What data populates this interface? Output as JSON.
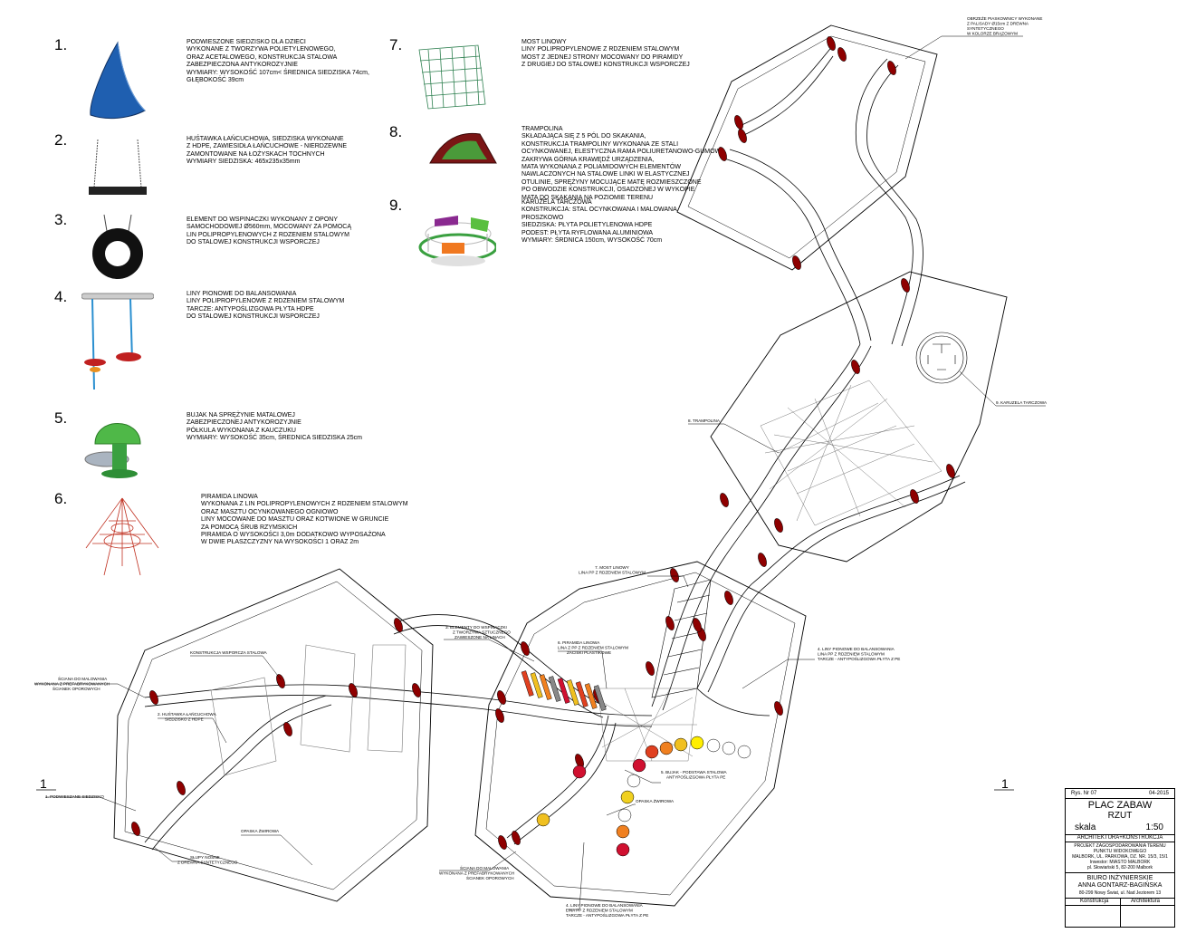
{
  "legend": [
    {
      "num": "1.",
      "lines": [
        "PODWIESZONE SIEDZISKO DLA DZIECI",
        "WYKONANE Z TWORZYWA POLIETYLENOWEGO,",
        "ORAZ ACETALOWEGO, KONSTRUKCJA STALOWA",
        "ZABEZPIECZONA ANTYKOROZYJNIE",
        "WYMIARY: WYSOKOŚĆ 107cm< ŚREDNICA SIEDZISKA 74cm,",
        "GŁĘBOKOŚĆ 39cm"
      ]
    },
    {
      "num": "2.",
      "lines": [
        "HUŚTAWKA ŁAŃCUCHOWA, SIEDZISKA WYKONANE",
        "Z HDPE, ZAWIESIDŁA ŁAŃCUCHOWE - NIERDZEWNE",
        "ZAMONTOWANE NA ŁOŻYSKACH TOCHNYCH",
        "WYMIARY SIEDZISKA: 465x235x35mm"
      ]
    },
    {
      "num": "3.",
      "lines": [
        "ELEMENT DO WSPINACZKI WYKONANY Z OPONY",
        "SAMOCHODOWEJ Ø560mm, MOCOWANY ZA POMOCĄ",
        "LIN POLIPROPYLENOWYCH Z RDZENIEM STALOWYM",
        "DO STALOWEJ KONSTRUKCJI WSPORCZEJ"
      ]
    },
    {
      "num": "4.",
      "lines": [
        "LINY PIONOWE DO BALANSOWANIA",
        "LINY POLIPROPYLENOWE Z RDZENIEM STALOWYM",
        "TARCZE: ANTYPOŚLIZGOWA PŁYTA HDPE",
        "DO STALOWEJ KONSTRUKCJI WSPORCZEJ"
      ]
    },
    {
      "num": "5.",
      "lines": [
        "BUJAK NA SPRĘŻYNIE MATALOWEJ",
        "ZABEZPIECZONEJ ANTYKOROZYJNIE",
        "PÓŁKULA WYKONANA Z KAUCZUKU",
        "WYMIARY: WYSOKOŚĆ 35cm, ŚREDNICA SIEDZISKA 25cm"
      ]
    },
    {
      "num": "6.",
      "lines": [
        "PIRAMIDA LINOWA",
        "WYKONANA Z LIN POLIPROPYLENOWYCH Z RDZENIEM STALOWYM",
        "ORAZ MASZTU OCYNKOWANEGO OGNIOWO",
        "LINY MOCOWANE DO MASZTU ORAZ KOTWIONE W GRUNCIE",
        "ZA POMOCĄ ŚRUB RZYMSKICH",
        "PIRAMIDA O WYSOKOŚCI 3,0m DODATKOWO WYPOSAŻONA",
        "W DWIE PŁASZCZYZNY NA WYSOKOŚCI 1 ORAZ 2m"
      ]
    },
    {
      "num": "7.",
      "lines": [
        "MOST LINOWY",
        "LINY POLIPROPYLENOWE Z RDZENIEM STALOWYM",
        "MOST Z JEDNEJ STRONY MOCOWANY DO PIRAMIDY",
        "Z DRUGIEJ DO STALOWEJ KONSTRUKCJI WSPORCZEJ"
      ]
    },
    {
      "num": "8.",
      "lines": [
        "TRAMPOLINA",
        "SKŁADAJĄCA SIĘ Z 5 PÓL DO SKAKANIA,",
        "KONSTRUKCJA TRAMPOLINY WYKONANA ZE STALI",
        "OCYNKOWANEJ, ELESTYCZNA RAMA POLIURETANOWO-GUMOWA",
        "ZAKRYWA GÓRNA KRAWĘDŹ URZĄDZENIA,",
        "MATA WYKONANA Z POLIAMIDOWYCH ELEMENTÓW",
        "NAWLACZONYCH NA STALOWE LINKI W ELASTYCZNEJ",
        "OTULINIE, SPRĘŻYNY MOCUJĄCE MATĘ ROZMIESZCZONE",
        "PO OBWODZIE KONSTRUKCJI, OSADZONEJ W WYKOPIE",
        "MATA DO SKAKANIA NA POZIOMIE TERENU"
      ]
    },
    {
      "num": "9.",
      "lines": [
        "KARUZELA TARCZOWA",
        "KONSTRUKCJA: STAL OCYNKOWANA I MALOWANA",
        "PROSZKOWO",
        "SIEDZISKA: PŁYTA POLIETYLENOWA HDPE",
        "PODEST: PŁYTA RYFLOWANA ALUMINIOWA",
        "WYMIARY: ŚRDNICA 150cm, WYSOKOŚĆ 70cm"
      ]
    }
  ],
  "annotations": {
    "a_top": [
      "OBRZEŻE PIASKOWNICY WYKONANE",
      "Z PALISADY Ø15cm Z DREWNA",
      "SYNTETYCZNEGO",
      "W KOLORZE BRĄZOWYM"
    ],
    "a_karuzela": "9. KARUZELA TARCZOWA",
    "a_trampolina": "8. TRAMPOLINA",
    "a_most": [
      "7. MOST LINOWY",
      "LINA PP Z RDZENIEM STALOWYM"
    ],
    "a_liny_r": [
      "4. LINY PIONOWE DO BALANSOWANIA",
      "LINA PP Z RDZENIEM STALOWYM",
      "TARCZE - ANTYPOŚLIZGOWA PŁYTA Z PE"
    ],
    "a_elementy": [
      "3. ELEMENTY DO WSPINACZKI",
      "Z TWORZYWA SZTUCZNEGO",
      "ZAWIESZONE NA LINACH"
    ],
    "a_piramida": [
      "6. PIRAMIDA LINOWA",
      "LINA Z PP Z RDZENIEM STALOWYM",
      "ZACISKI PLASTIKOWE"
    ],
    "a_konstrukcja": "KONSTRUKCJA WSPORCZA STALOWA",
    "a_sciana_l": [
      "ŚCIANA DO MALOWANIA",
      "WYKONANA Z PREFABRYKOWANYCH",
      "ŚCIANEK OPOROWYCH"
    ],
    "a_hustawka": [
      "2. HUŚTAWKA ŁAŃCUCHOWA",
      "SIEDZISKO Z HDPE"
    ],
    "a_podwieszane": "1. PODWIESZANE SIEDZISKO",
    "a_opaska_l": "OPASKA ŻWIROWA",
    "a_slupy": [
      "SŁUPY NOŚNE",
      "Z DREWNA SYNTETYCZNEGO"
    ],
    "a_bujak": [
      "5. BUJAK - PODSTAWA STALOWA",
      "ANTYPOŚLIZGOWA PŁYTA PE"
    ],
    "a_opaska_r": "OPASKA ŻWIROWA",
    "a_sciana_b": [
      "ŚCIANA DO MALOWANIA",
      "WYKONANA Z PREFABRYKOWANYCH",
      "ŚCIANEK OPOROWYCH"
    ],
    "a_liny_b": [
      "4. LINY PIONOWE DO BALANSOWANIA",
      "LINA PP Z RDZENIEM STALOWYM",
      "TARCZE - ANTYPOŚLIZGOWA PŁYTA Z PE"
    ],
    "section_left": "1",
    "section_right": "1"
  },
  "titleblock": {
    "rys": "Rys. Nr 07",
    "date": "04-2015",
    "title1": "PLAC ZABAW",
    "title2": "RZUT",
    "skala_label": "skala",
    "skala_value": "1:50",
    "discipline": "ARCHITEKTURA+KONSTRUKCJA",
    "project": [
      "PROJEKT ZAGOSPODAROWANIA TERENU",
      "PUNKTU WIDOKOWEGO",
      "MALBORK, UL. PARKOWA, DZ. NR. 15/3, 15/1",
      "Inwestor: MIASTO MALBORK",
      "pl. Słowiański 5, 82-200 Malbork"
    ],
    "office": [
      "BIURO INŻYNIERSKIE",
      "ANNA GONTARZ-BAGIŃSKA",
      "80-299 Nowy Świat, ul. Nad Jeziorem 13"
    ],
    "col1": "Konstrukcja",
    "col2": "Architektura"
  }
}
